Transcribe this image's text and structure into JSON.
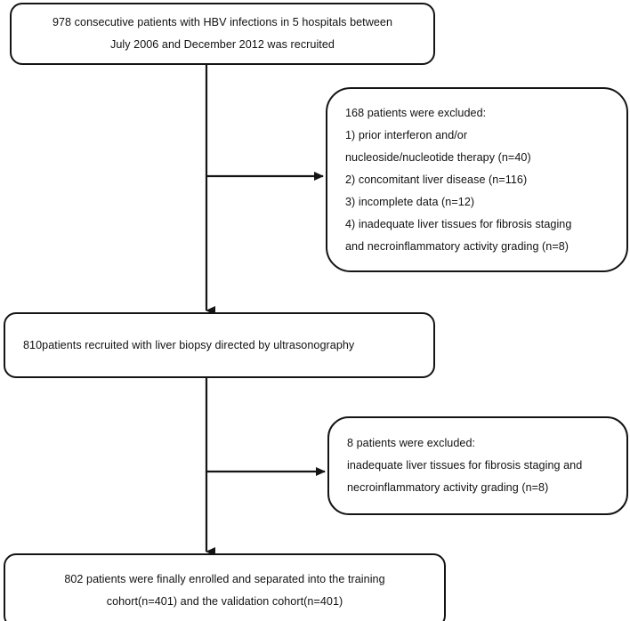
{
  "diagram": {
    "title": "Patient enrollment flowchart",
    "type": "flowchart",
    "stroke_color": "#141414",
    "background_color": "#ffffff",
    "text_color": "#111111"
  },
  "nodes": {
    "recruited": {
      "name": "recruited-cohort",
      "lines": [
        "978 consecutive patients with HBV infections in 5 hospitals between",
        "July 2006 and December 2012 was recruited"
      ]
    },
    "excluded_168": {
      "name": "first-exclusion",
      "lines": [
        "168 patients were excluded:",
        "1) prior interferon and/or",
        "nucleoside/nucleotide therapy (n=40)",
        "2) concomitant liver disease (n=116)",
        "3) incomplete data (n=12)",
        "4) inadequate liver tissues for fibrosis staging",
        "and necroinflammatory activity grading (n=8)"
      ]
    },
    "biopsy": {
      "name": "biopsy-cohort",
      "lines": [
        "810patients recruited with liver biopsy directed by ultrasonography"
      ]
    },
    "excluded_8": {
      "name": "second-exclusion",
      "lines": [
        "8 patients were excluded:",
        "inadequate liver tissues for fibrosis staging and",
        "necroinflammatory activity grading (n=8)"
      ]
    },
    "enrolled": {
      "name": "final-cohort",
      "lines": [
        "802 patients were finally enrolled and separated into the training",
        "cohort(n=401) and the validation cohort(n=401)"
      ]
    }
  },
  "connectors": [
    {
      "name": "recruited-to-biopsy",
      "from": "recruited",
      "to": "biopsy",
      "orientation": "vertical",
      "arrowhead": "down"
    },
    {
      "name": "branch-to-first-exclusion",
      "from": "recruited-to-biopsy",
      "to": "excluded_168",
      "orientation": "horizontal",
      "arrowhead": "right"
    },
    {
      "name": "biopsy-to-enrolled",
      "from": "biopsy",
      "to": "enrolled",
      "orientation": "vertical",
      "arrowhead": "down"
    },
    {
      "name": "branch-to-second-exclusion",
      "from": "biopsy-to-enrolled",
      "to": "excluded_8",
      "orientation": "horizontal",
      "arrowhead": "right"
    }
  ]
}
